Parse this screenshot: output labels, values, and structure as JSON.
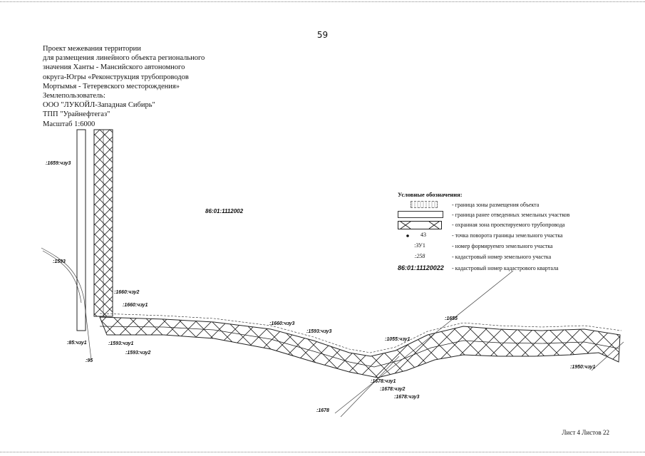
{
  "page_number": "59",
  "title_lines": [
    "Проект межевания территории",
    "для размещения линейного объекта регионального",
    "значения Ханты - Мансийского автономного",
    "округа-Югры «Реконструкция трубопроводов",
    "Мортымья - Тетеревского месторождения»",
    "Землепользователь:",
    "ООО \"ЛУКОЙЛ-Западная Сибирь\"",
    "ТПП \"Урайнефтегаз\"",
    "Масштаб 1:6000"
  ],
  "legend": {
    "title": "Условные обозначения:",
    "items": [
      {
        "symbol": "zone-boundary",
        "text": "- граница зоны размещения объекта"
      },
      {
        "symbol": "previous-boundary",
        "text": "- граница ранее отведенных земельных участков"
      },
      {
        "symbol": "protection-zone",
        "text": "- охранная зона проектируемого трубопровода"
      },
      {
        "symbol": "point",
        "sample": "43",
        "text": "- точка поворота границы земельного участка"
      },
      {
        "symbol": "plot-number",
        "sample": ":ЗУ1",
        "text": "- номер формируемго земельного участка"
      },
      {
        "symbol": "cadastral-number",
        "sample": ":258",
        "text": "- кадастровый номер земельного участка"
      },
      {
        "symbol": "quarter-number",
        "sample": "86:01:11120022",
        "text": "- кадастровый номер кадастрового квартала"
      }
    ]
  },
  "map_labels": {
    "quarter": "86:01:1112002",
    "l_1659": ":1659:чзу3",
    "l_1593_left": ":1593",
    "l_1660_2": ":1660:чзу2",
    "l_1660_1": ":1660:чзу1",
    "l_85": ":85:чзу1",
    "l_1593_1": ":1593:чзу1",
    "l_1593_2": ":1593:чзу2",
    "l_95": ":95",
    "l_1660_3": ":1660:чзу3",
    "l_1593_3": ":1593:чзу3",
    "l_1655": ":1655",
    "l_1055": ":1055:чзу1",
    "l_1678_1": ":1678:чзу1",
    "l_1678_2": ":1678:чзу2",
    "l_1678_3": ":1678:чзу3",
    "l_1678": ":1678",
    "l_1950": ":1950:чзу1"
  },
  "footer": "Лист 4 Листов 22"
}
